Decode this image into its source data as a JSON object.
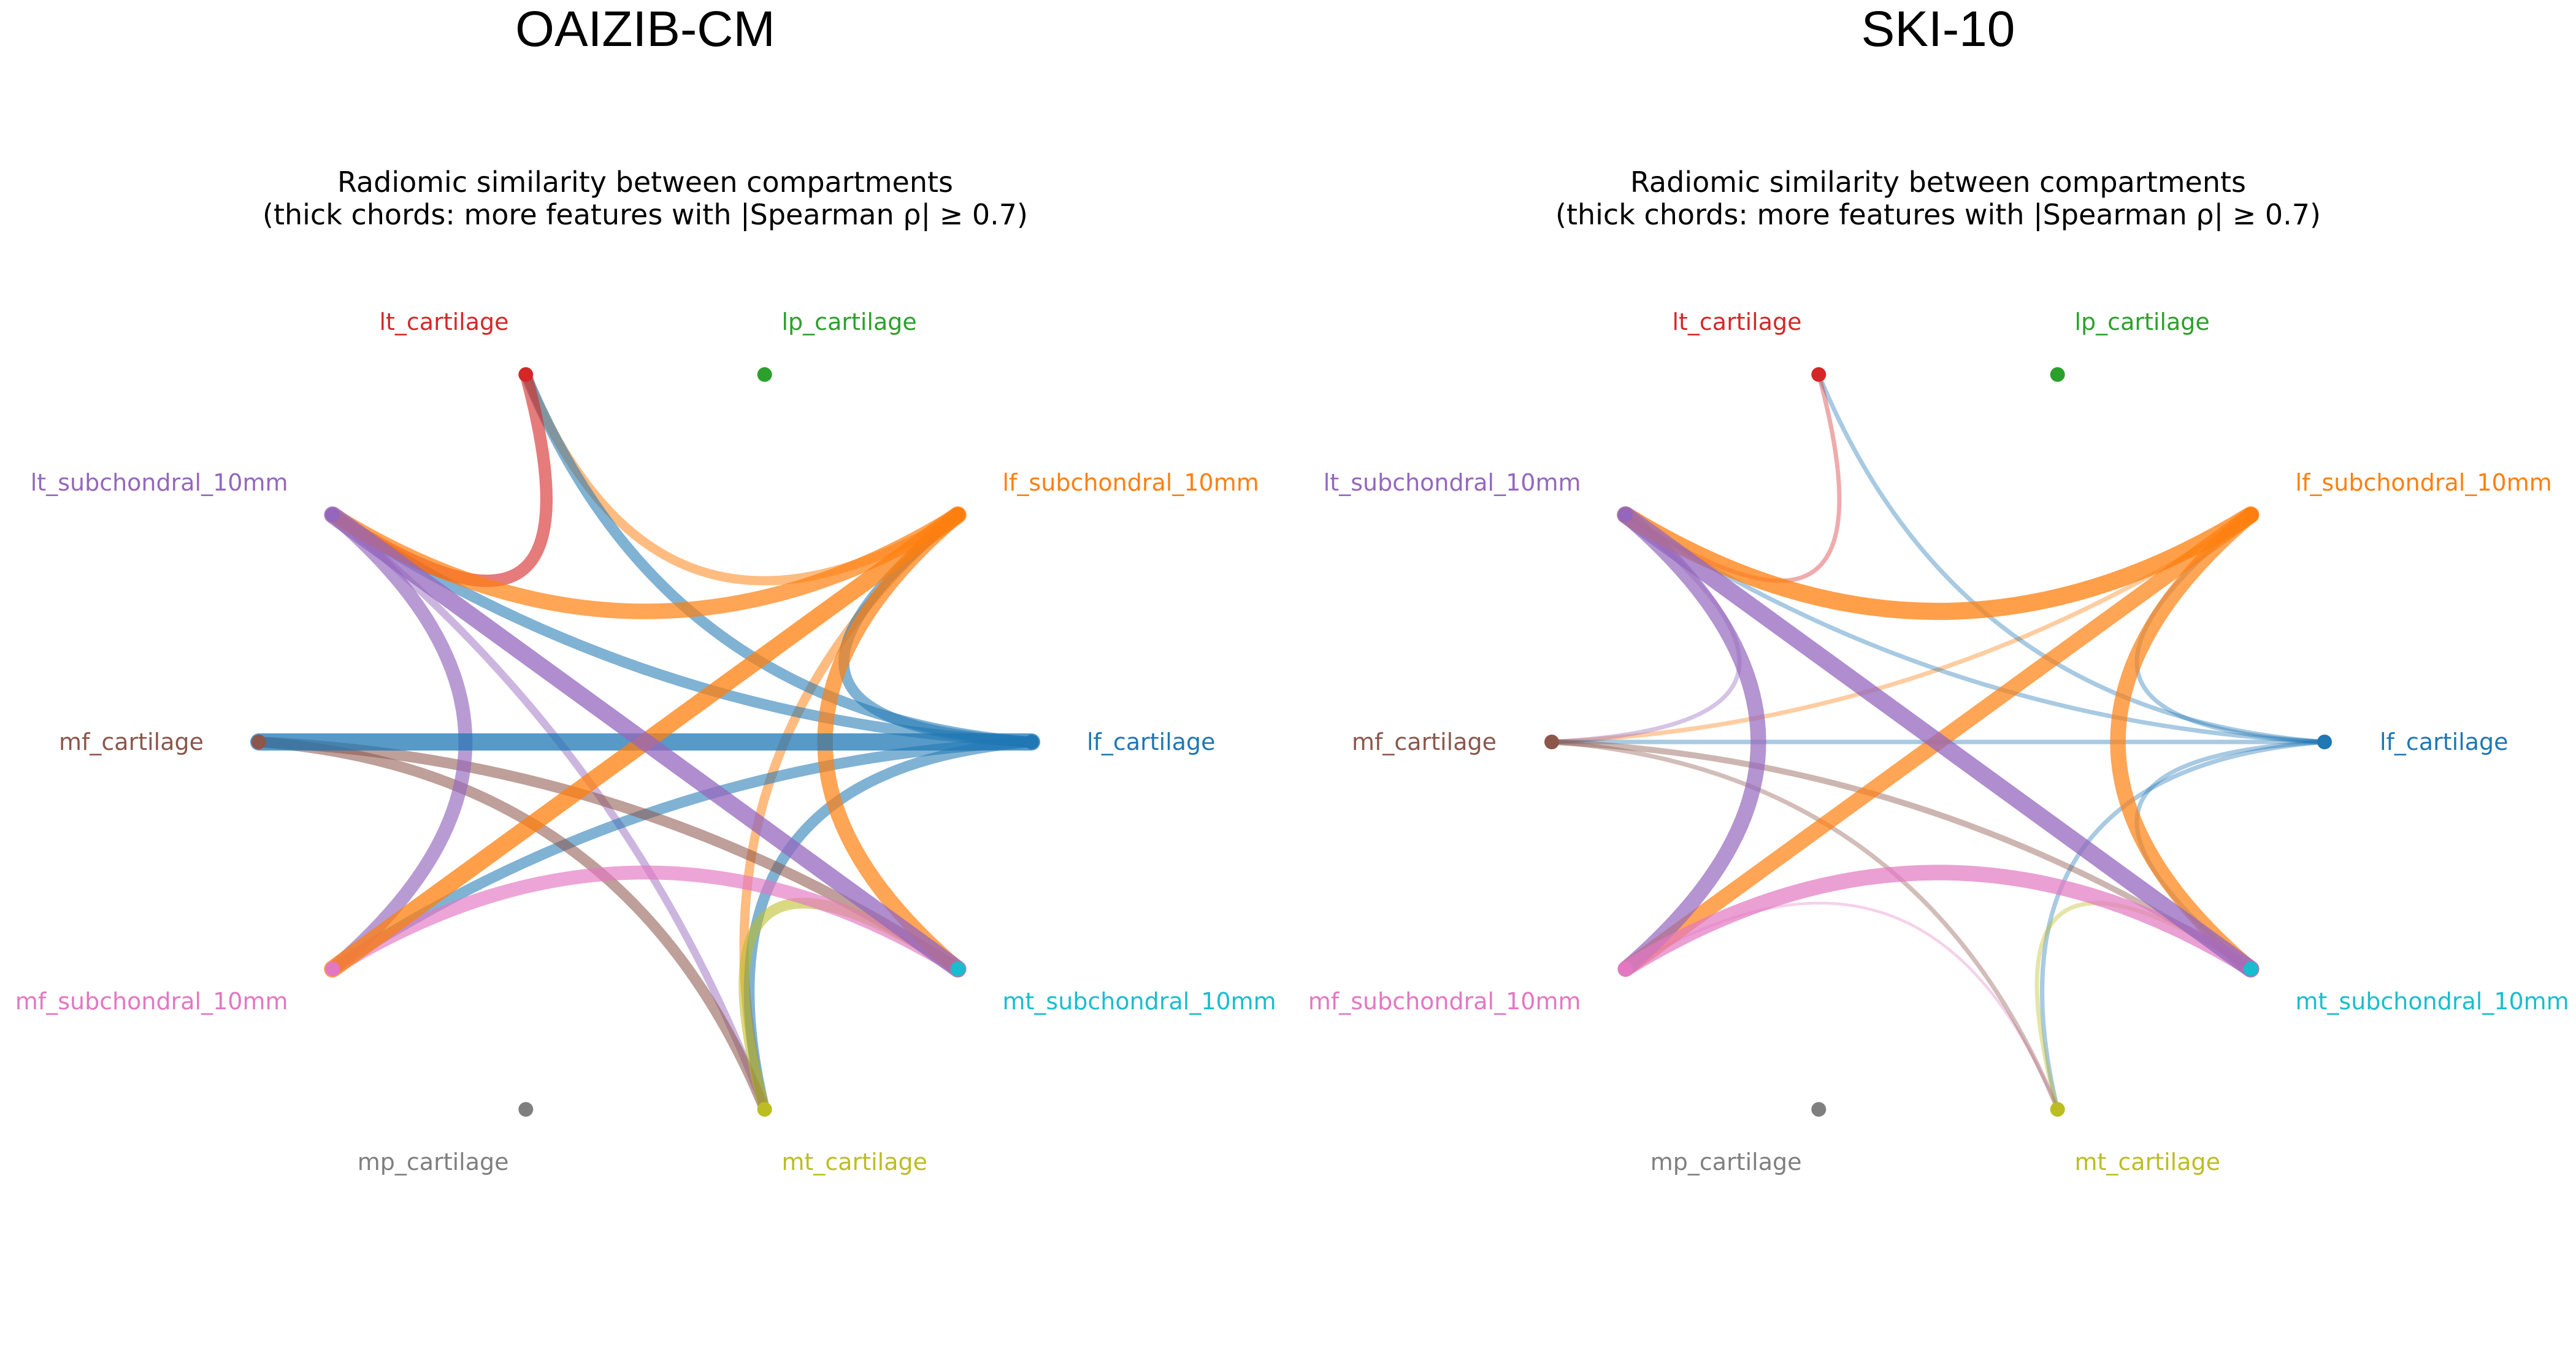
{
  "figure": {
    "panels": [
      {
        "title": "OAIZIB-CM"
      },
      {
        "title": "SKI-10"
      }
    ]
  },
  "chart_data": [
    {
      "type": "chord",
      "title": "Radiomic similarity between compartments",
      "subtitle": "(thick chords: more features with |Spearman ρ| ≥ 0.7)",
      "nodes": [
        {
          "id": "lf_cartilage",
          "color": "#1f77b4"
        },
        {
          "id": "lf_subchondral_10mm",
          "color": "#ff7f0e"
        },
        {
          "id": "lp_cartilage",
          "color": "#2ca02c"
        },
        {
          "id": "lt_cartilage",
          "color": "#d62728"
        },
        {
          "id": "lt_subchondral_10mm",
          "color": "#9467bd"
        },
        {
          "id": "mf_cartilage",
          "color": "#8c564b"
        },
        {
          "id": "mf_subchondral_10mm",
          "color": "#e377c2"
        },
        {
          "id": "mp_cartilage",
          "color": "#7f7f7f"
        },
        {
          "id": "mt_cartilage",
          "color": "#bcbd22"
        },
        {
          "id": "mt_subchondral_10mm",
          "color": "#17becf"
        }
      ],
      "links": [
        {
          "source": "lf_cartilage",
          "target": "mf_cartilage",
          "strength": 10
        },
        {
          "source": "lf_cartilage",
          "target": "lf_subchondral_10mm",
          "strength": 6
        },
        {
          "source": "lf_cartilage",
          "target": "lt_cartilage",
          "strength": 6
        },
        {
          "source": "lf_cartilage",
          "target": "lt_subchondral_10mm",
          "strength": 6
        },
        {
          "source": "lf_cartilage",
          "target": "mf_subchondral_10mm",
          "strength": 6
        },
        {
          "source": "lf_cartilage",
          "target": "mt_cartilage",
          "strength": 6
        },
        {
          "source": "lf_subchondral_10mm",
          "target": "lt_subchondral_10mm",
          "strength": 9
        },
        {
          "source": "lf_subchondral_10mm",
          "target": "mf_subchondral_10mm",
          "strength": 10
        },
        {
          "source": "lf_subchondral_10mm",
          "target": "mt_subchondral_10mm",
          "strength": 9
        },
        {
          "source": "lf_subchondral_10mm",
          "target": "lt_cartilage",
          "strength": 5
        },
        {
          "source": "lf_subchondral_10mm",
          "target": "mt_cartilage",
          "strength": 5
        },
        {
          "source": "lt_cartilage",
          "target": "lt_subchondral_10mm",
          "strength": 7
        },
        {
          "source": "lt_subchondral_10mm",
          "target": "mt_subchondral_10mm",
          "strength": 10
        },
        {
          "source": "lt_subchondral_10mm",
          "target": "mf_subchondral_10mm",
          "strength": 8
        },
        {
          "source": "lt_subchondral_10mm",
          "target": "mt_cartilage",
          "strength": 4
        },
        {
          "source": "mf_cartilage",
          "target": "mt_subchondral_10mm",
          "strength": 6
        },
        {
          "source": "mf_cartilage",
          "target": "mt_cartilage",
          "strength": 6
        },
        {
          "source": "mf_subchondral_10mm",
          "target": "mt_subchondral_10mm",
          "strength": 8
        },
        {
          "source": "mt_cartilage",
          "target": "mt_subchondral_10mm",
          "strength": 6
        }
      ]
    },
    {
      "type": "chord",
      "title": "Radiomic similarity between compartments",
      "subtitle": "(thick chords: more features with |Spearman ρ| ≥ 0.7)",
      "nodes": [
        {
          "id": "lf_cartilage",
          "color": "#1f77b4"
        },
        {
          "id": "lf_subchondral_10mm",
          "color": "#ff7f0e"
        },
        {
          "id": "lp_cartilage",
          "color": "#2ca02c"
        },
        {
          "id": "lt_cartilage",
          "color": "#d62728"
        },
        {
          "id": "lt_subchondral_10mm",
          "color": "#9467bd"
        },
        {
          "id": "mf_cartilage",
          "color": "#8c564b"
        },
        {
          "id": "mf_subchondral_10mm",
          "color": "#e377c2"
        },
        {
          "id": "mp_cartilage",
          "color": "#7f7f7f"
        },
        {
          "id": "mt_cartilage",
          "color": "#bcbd22"
        },
        {
          "id": "mt_subchondral_10mm",
          "color": "#17becf"
        }
      ],
      "links": [
        {
          "source": "lf_subchondral_10mm",
          "target": "lt_subchondral_10mm",
          "strength": 10
        },
        {
          "source": "lf_subchondral_10mm",
          "target": "mf_subchondral_10mm",
          "strength": 9
        },
        {
          "source": "lf_subchondral_10mm",
          "target": "mt_subchondral_10mm",
          "strength": 9
        },
        {
          "source": "lf_subchondral_10mm",
          "target": "mf_cartilage",
          "strength": 2
        },
        {
          "source": "lt_subchondral_10mm",
          "target": "mt_subchondral_10mm",
          "strength": 10
        },
        {
          "source": "lt_subchondral_10mm",
          "target": "mf_subchondral_10mm",
          "strength": 9
        },
        {
          "source": "lt_subchondral_10mm",
          "target": "mf_cartilage",
          "strength": 2
        },
        {
          "source": "mf_subchondral_10mm",
          "target": "mt_subchondral_10mm",
          "strength": 9
        },
        {
          "source": "lf_cartilage",
          "target": "lt_cartilage",
          "strength": 2
        },
        {
          "source": "lf_cartilage",
          "target": "lf_subchondral_10mm",
          "strength": 2
        },
        {
          "source": "lf_cartilage",
          "target": "lt_subchondral_10mm",
          "strength": 2
        },
        {
          "source": "lf_cartilage",
          "target": "mf_cartilage",
          "strength": 2
        },
        {
          "source": "lf_cartilage",
          "target": "mt_subchondral_10mm",
          "strength": 2
        },
        {
          "source": "lf_cartilage",
          "target": "mt_cartilage",
          "strength": 2
        },
        {
          "source": "lt_cartilage",
          "target": "lt_subchondral_10mm",
          "strength": 2
        },
        {
          "source": "mf_cartilage",
          "target": "mt_subchondral_10mm",
          "strength": 3
        },
        {
          "source": "mf_cartilage",
          "target": "mt_cartilage",
          "strength": 2
        },
        {
          "source": "mf_subchondral_10mm",
          "target": "mt_cartilage",
          "strength": 1
        },
        {
          "source": "mt_cartilage",
          "target": "mt_subchondral_10mm",
          "strength": 2
        }
      ]
    }
  ]
}
